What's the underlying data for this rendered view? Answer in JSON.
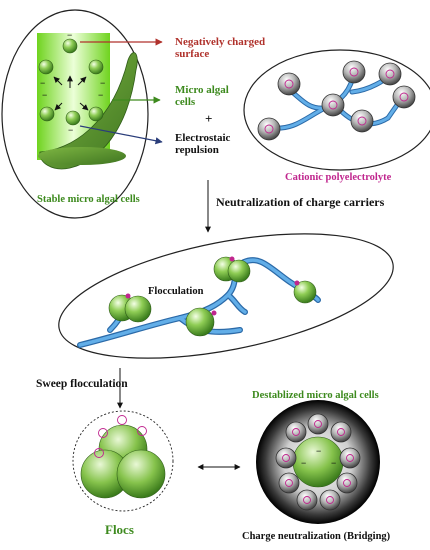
{
  "labels": {
    "negatively_charged_line1": "Negatively charged",
    "negatively_charged_line2": "surface",
    "micro_algal_line1": "Micro algal",
    "micro_algal_line2": "cells",
    "plus": "+",
    "electrostatic_line1": "Electrostaic",
    "electrostatic_line2": "repulsion",
    "stable_cells": "Stable micro algal cells",
    "cationic": "Cationic polyelectrolyte",
    "neutralization": "Neutralization of charge carriers",
    "flocculation": "Flocculation",
    "sweep": "Sweep flocculation",
    "destabilized": "Destablized micro algal cells",
    "flocs": "Flocs",
    "charge_neutralization": "Charge neutralization  (Bridging)"
  },
  "symbols": {
    "plus": "+",
    "minus": "−"
  },
  "colors": {
    "red_label": "#b0322c",
    "green_label": "#3d8a1e",
    "magenta_label": "#c0268e",
    "algae_green": "#7cc244",
    "polymer_blue": "#4d93d1"
  }
}
